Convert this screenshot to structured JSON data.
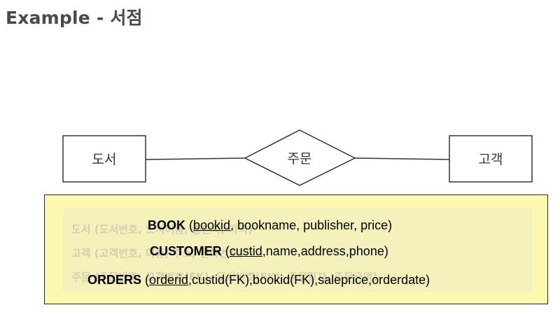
{
  "page": {
    "title": "Example - 서점"
  },
  "diagram": {
    "entities": [
      {
        "id": "book",
        "label": "도서"
      },
      {
        "id": "customer",
        "label": "고객"
      }
    ],
    "relationship": {
      "id": "order",
      "label": "주문"
    }
  },
  "note": {
    "ghost_lines": [
      "도서 (도서번호, 도서이름, 출판사, 가격)",
      "고객 (고객번호, 이름, 주소, 전화번호)",
      "주문 (주문번호, 고객번호(FK), 도서번호(FK), 주문일자, 주문금액)"
    ],
    "relations": [
      {
        "name": "BOOK",
        "open": " (",
        "pk": "bookid",
        "rest": ", bookname, publisher, price)"
      },
      {
        "name": "CUSTOMER",
        "open": " (",
        "pk": "custid",
        "rest": ",name,address,phone)"
      },
      {
        "name": "ORDERS",
        "open": " (",
        "pk": "orderid",
        "rest": ",custid(FK),bookid(FK),saleprice,orderdate)"
      }
    ]
  }
}
